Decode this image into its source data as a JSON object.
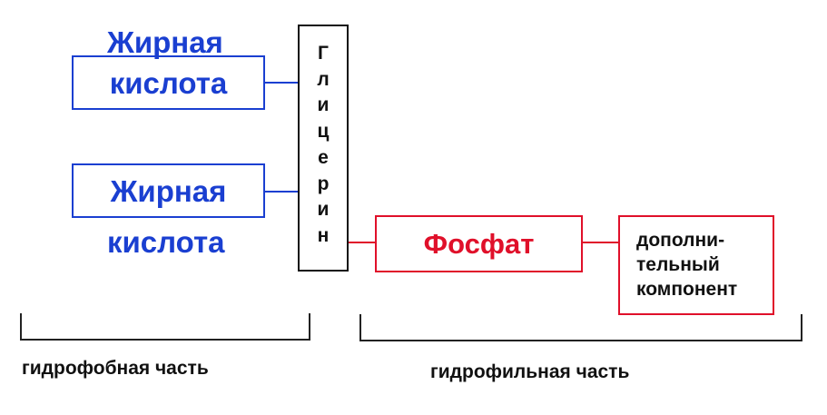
{
  "fatty_acid_top": {
    "line1": "Жирная",
    "line2": "кислота"
  },
  "fatty_acid_bottom": {
    "line1": "Жирная",
    "line2": "кислота"
  },
  "glycerol": {
    "letters": [
      "Г",
      "л",
      "и",
      "ц",
      "е",
      "р",
      "и",
      "н"
    ]
  },
  "phosphate": {
    "label": "Фосфат"
  },
  "extra_component": {
    "lines": [
      "дополни-",
      "тельный",
      "компонент"
    ]
  },
  "captions": {
    "hydrophobic": "гидрофобная часть",
    "hydrophilic": "гидрофильная часть"
  },
  "colors": {
    "fatty_acid": "#1a3fd1",
    "phosphate": "#e0102a",
    "glycerol_border": "#111111"
  }
}
